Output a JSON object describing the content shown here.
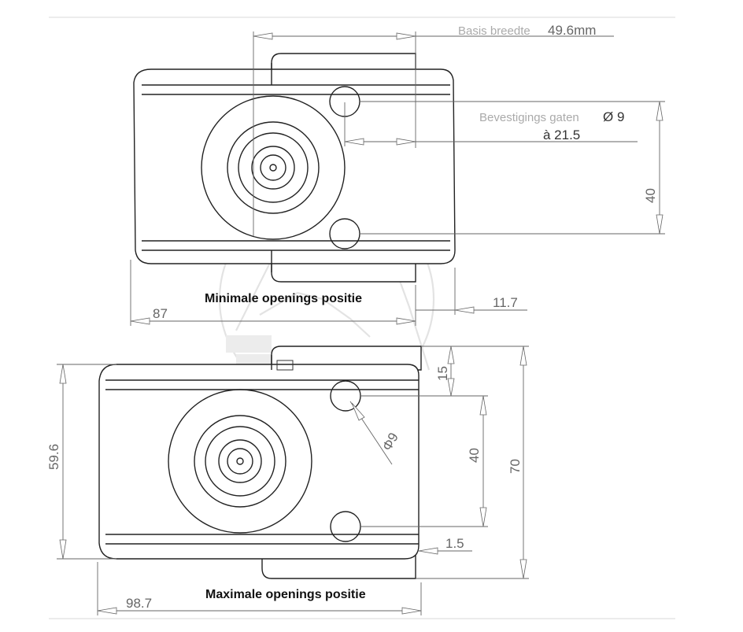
{
  "labels": {
    "base_width_caption": "Basis breedte",
    "base_width_value": "49.6mm",
    "mounting_holes_caption": "Bevestigings gaten",
    "mounting_holes_diameter": "Ø 9",
    "mounting_holes_spacing": "à 21.5",
    "min_caption": "Minimale openings positie",
    "max_caption": "Maximale openings positie"
  },
  "dimensions": {
    "min": {
      "width": "87",
      "offset": "11.7",
      "hole_spacing": "40"
    },
    "max": {
      "width": "98.7",
      "height": "59.6",
      "top_offset": "15",
      "hole_spacing": "40",
      "total_height": "70",
      "bottom_offset": "1.5",
      "hole_diameter": "Φ9"
    }
  }
}
